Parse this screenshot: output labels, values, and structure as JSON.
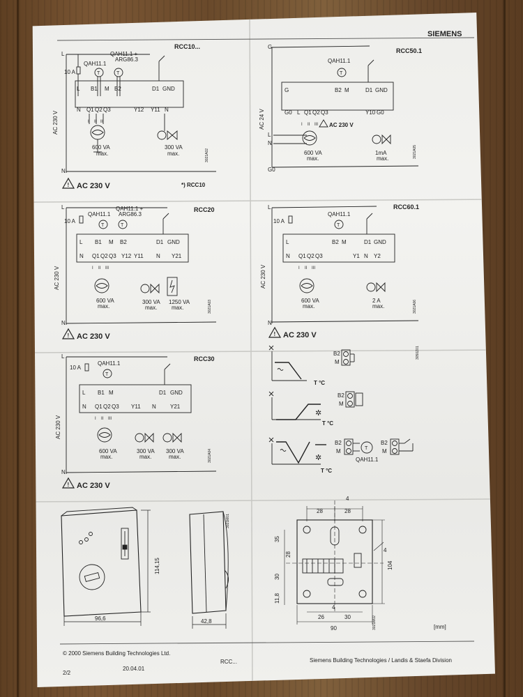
{
  "brand_strip": "SIEMENS",
  "diagrams": {
    "rcc10": {
      "title": "RCC10...",
      "supply": "AC 230 V",
      "L": "L",
      "N": "N",
      "fuse": "10 A",
      "sensor1": "QAH11.1",
      "sensor2": "QAH11.1 +",
      "sensor2b": "ARG86.3",
      "top_terms": [
        "L",
        "B1",
        "M",
        "B2",
        "D1",
        "GND"
      ],
      "bot_terms": [
        "N",
        "Q1",
        "Q2",
        "Q3",
        "Y12",
        "Y11",
        "N"
      ],
      "speeds": [
        "I",
        "II",
        "III"
      ],
      "fan": "600 VA",
      "fan_max": "max.",
      "valve": "300 VA",
      "valve_max": "max.",
      "warn": "AC 230 V",
      "note": "*) RCC10",
      "code": "3021A02"
    },
    "rcc50": {
      "title": "RCC50.1",
      "supply": "AC 24 V",
      "G": "G",
      "G0": "G0",
      "L": "L",
      "N": "N",
      "sensor": "QAH11.1",
      "top_terms": [
        "G",
        "B2",
        "M",
        "D1",
        "GND"
      ],
      "bot_terms": [
        "G0",
        "L",
        "Q1",
        "Q2",
        "Q3",
        "Y10",
        "G0"
      ],
      "speeds": [
        "I",
        "II",
        "III"
      ],
      "warn_inline": "AC 230 V",
      "fan": "600 VA",
      "fan_max": "max.",
      "valve": "1mA",
      "valve_max": "max.",
      "code": "3021A05"
    },
    "rcc20": {
      "title": "RCC20",
      "supply": "AC 230 V",
      "L": "L",
      "N": "N",
      "fuse": "10 A",
      "sensor1": "QAH11.1",
      "sensor2": "QAH11.1 +",
      "sensor2b": "ARG86.3",
      "top_terms": [
        "L",
        "B1",
        "M",
        "B2",
        "D1",
        "GND"
      ],
      "bot_terms": [
        "N",
        "Q1",
        "Q2",
        "Q3",
        "Y12",
        "Y11",
        "N",
        "Y21"
      ],
      "speeds": [
        "I",
        "II",
        "III"
      ],
      "fan": "600 VA",
      "fan_max": "max.",
      "valve": "300 VA",
      "valve_max": "max.",
      "heater": "1250 VA",
      "heater_max": "max.",
      "warn": "AC 230 V",
      "code": "3021A03"
    },
    "rcc60": {
      "title": "RCC60.1",
      "supply": "AC 230 V",
      "L": "L",
      "N": "N",
      "fuse": "10 A",
      "sensor": "QAH11.1",
      "top_terms": [
        "L",
        "B2",
        "M",
        "D1",
        "GND"
      ],
      "bot_terms": [
        "N",
        "Q1",
        "Q2",
        "Q3",
        "Y1",
        "N",
        "Y2"
      ],
      "speeds": [
        "I",
        "II",
        "III"
      ],
      "fan": "600 VA",
      "fan_max": "max.",
      "valve": "2 A",
      "valve_max": "max.",
      "warn": "AC 230 V",
      "code": "3021A06"
    },
    "rcc30": {
      "title": "RCC30",
      "supply": "AC 230 V",
      "L": "L",
      "N": "N",
      "fuse": "10 A",
      "sensor": "QAH11.1",
      "top_terms": [
        "L",
        "B1",
        "M",
        "D1",
        "GND"
      ],
      "bot_terms": [
        "N",
        "Q1",
        "Q2",
        "Q3",
        "Y11",
        "N",
        "Y21"
      ],
      "speeds": [
        "I",
        "II",
        "III"
      ],
      "fan": "600 VA",
      "fan_max": "max.",
      "valve1": "300 VA",
      "valve1_max": "max.",
      "valve2": "300 VA",
      "valve2_max": "max.",
      "warn": "AC 230 V",
      "code": "3021A04"
    }
  },
  "changeover": {
    "code": "3050Z01",
    "rows": [
      {
        "axis": "T °C",
        "terms": [
          "B2",
          "M"
        ]
      },
      {
        "axis": "T °C",
        "terms": [
          "B2",
          "M"
        ]
      },
      {
        "axis": "T °C",
        "terms": [
          "B2",
          "M"
        ],
        "sensor": "QAH11.1",
        "terms2": [
          "B2",
          "M"
        ]
      }
    ]
  },
  "dims": {
    "front_width": "96,6",
    "front_height": "114,15",
    "side_depth": "42,8",
    "side_code": "3021M01",
    "back_top": [
      "4",
      "28",
      "28"
    ],
    "back_left": [
      "35",
      "28",
      "30",
      "11,8"
    ],
    "back_bottom": [
      "26",
      "4",
      "30"
    ],
    "back_width": "90",
    "back_height": "104",
    "back_angle": "4",
    "unit": "[mm]",
    "back_code": "3021M02"
  },
  "footer": {
    "copyright": "© 2000 Siemens Building Technologies Ltd.",
    "doc": "RCC...",
    "division": "Siemens Building Technologies / Landis & Staefa Division",
    "page": "2/2",
    "date": "20.04.01"
  }
}
